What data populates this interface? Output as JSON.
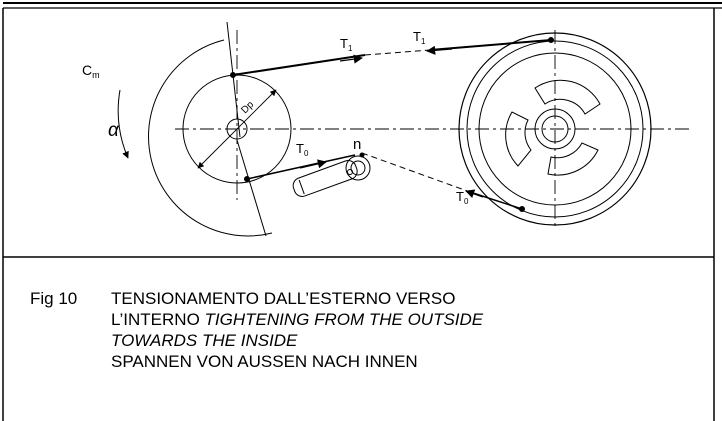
{
  "diagram": {
    "labels": {
      "cm": "C",
      "cm_sub": "m",
      "alpha": "α",
      "dp": "Dp",
      "n": "n",
      "t1_left": "T",
      "t1_left_sub": "1",
      "t1_right": "T",
      "t1_right_sub": "1",
      "t0_upper": "T",
      "t0_upper_sub": "0",
      "t0_lower": "T",
      "t0_lower_sub": "0"
    }
  },
  "caption": {
    "number": "Fig 10",
    "line1": "TENSIONAMENTO DALL’ESTERNO VERSO",
    "line2_a": "L’INTERNO ",
    "line2_b": "TIGHTENING FROM THE OUTSIDE",
    "line3": "TOWARDS THE INSIDE",
    "line4": "SPANNEN VON AUSSEN NACH INNEN"
  }
}
